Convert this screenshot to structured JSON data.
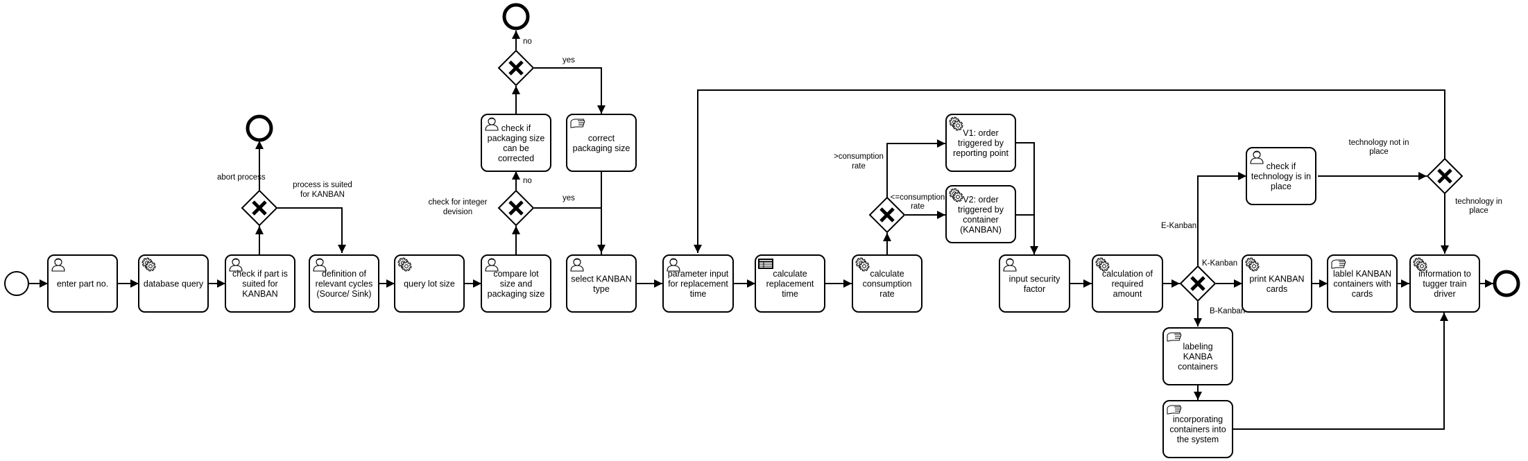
{
  "tasks": {
    "enter_part": {
      "label": "enter part no.",
      "icon": "user-icon"
    },
    "database_query": {
      "label": "database query",
      "icon": "gear-icon"
    },
    "check_suited": {
      "label": "check if part is suited for KANBAN",
      "icon": "user-icon"
    },
    "definition_cycles": {
      "label": "definition of relevant cycles (Source/ Sink)",
      "icon": "user-icon"
    },
    "query_lot": {
      "label": "query lot size",
      "icon": "gear-icon"
    },
    "compare_lot": {
      "label": "compare lot size and packaging size",
      "icon": "user-icon"
    },
    "check_packaging": {
      "label": "check if packaging size can be corrected",
      "icon": "user-icon"
    },
    "correct_packaging": {
      "label": "correct packaging size",
      "icon": "manual-icon"
    },
    "select_kanban": {
      "label": "select KANBAN type",
      "icon": "user-icon"
    },
    "param_input": {
      "label": "parameter input for replacement time",
      "icon": "user-icon"
    },
    "calc_replacement": {
      "label": "calculate replacement time",
      "icon": "table-icon"
    },
    "calc_consumption": {
      "label": "calculate consumption rate",
      "icon": "gear-icon"
    },
    "v1_order": {
      "label": "V1: order triggered by reporting point",
      "icon": "gear-icon"
    },
    "v2_order": {
      "label": "V2: order triggered by container (KANBAN)",
      "icon": "gear-icon"
    },
    "input_security": {
      "label": "input security factor",
      "icon": "user-icon"
    },
    "calc_required": {
      "label": "calculation of required amount",
      "icon": "gear-icon"
    },
    "check_technology": {
      "label": "check if technology is in place",
      "icon": "user-icon"
    },
    "print_cards": {
      "label": "print KANBAN cards",
      "icon": "gear-icon"
    },
    "lablel_containers": {
      "label": "lablel KANBAN containers with cards",
      "icon": "manual-icon"
    },
    "info_tugger": {
      "label": "information to tugger train driver",
      "icon": "gear-icon"
    },
    "labeling_containers": {
      "label": "labeling KANBA containers",
      "icon": "manual-icon"
    },
    "incorporating": {
      "label": "incorporating containers into the system",
      "icon": "manual-icon"
    }
  },
  "labels": {
    "abort_process": "abort process",
    "process_suited": "process is suited for KANBAN",
    "check_integer": "check for integer devision",
    "no_lower": "no",
    "yes_lower": "yes",
    "no_upper": "no",
    "yes_upper": "yes",
    "gt_consumption": ">consumption rate",
    "le_consumption": "<=consumption rate",
    "e_kanban": "E-Kanban",
    "k_kanban": "K-Kanban",
    "b_kanban": "B-Kanban",
    "tech_not": "technology not in place",
    "tech_in": "technology in place"
  }
}
